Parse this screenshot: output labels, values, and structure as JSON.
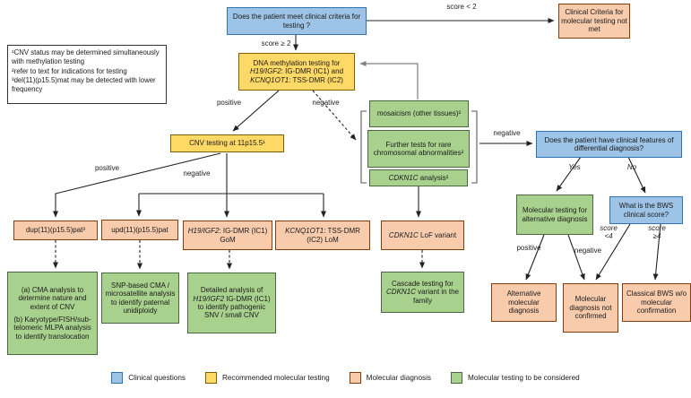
{
  "notes": {
    "lines": [
      "¹CNV status may be determined simultaneously with methylation testing",
      "²refer to text for indications for testing",
      "³del(11)(p15.5)mat may be detected with lower frequency"
    ]
  },
  "nodes": {
    "q_criteria": {
      "text": "Does the patient meet clinical criteria for testing ?"
    },
    "criteria_not_met": {
      "text": "Clinical Criteria for molecular testing not met"
    },
    "dna_methylation": {
      "rich": [
        {
          "t": "DNA methylation testing for "
        },
        {
          "t": "H19/IGF2",
          "i": true
        },
        {
          "t": ": IG-DMR (IC1) and "
        },
        {
          "t": "KCNQ1OT1",
          "i": true
        },
        {
          "t": ": TSS-DMR (IC2)"
        }
      ]
    },
    "cnv_testing": {
      "text": "CNV testing at 11p15.5¹"
    },
    "mosaicism": {
      "text": "mosaicism (other tissues)²"
    },
    "further_tests": {
      "text": "Further tests for rare chromosomal abnormalities²"
    },
    "cdkn1c_analysis": {
      "rich": [
        {
          "t": "CDKN1C",
          "i": true
        },
        {
          "t": " analysis²"
        }
      ]
    },
    "q_differential": {
      "text": "Does the patient have clinical features of differential diagnosis?"
    },
    "alt_testing": {
      "text": "Molecular testing for alternative diagnosis"
    },
    "q_bws_score": {
      "text": "What is the BWS clinical score?"
    },
    "dup_pat": {
      "text": "dup(11)(p15.5)pat³"
    },
    "upd_pat": {
      "text": "upd(11)(p15.5)pat"
    },
    "ic1_gom": {
      "rich": [
        {
          "t": "H19/IGF2",
          "i": true
        },
        {
          "t": ": IG-DMR (IC1) GoM"
        }
      ]
    },
    "ic2_lom": {
      "rich": [
        {
          "t": "KCNQ1OT1",
          "i": true
        },
        {
          "t": ": TSS-DMR (IC2) LoM"
        }
      ]
    },
    "cdkn1c_lof": {
      "rich": [
        {
          "t": "CDKN1C",
          "i": true
        },
        {
          "t": " LoF variant"
        }
      ]
    },
    "cma_analysis": {
      "text_a": "(a) CMA analysis to determine nature and extent of CNV",
      "text_b": "(b) Karyotype/FISH/sub-telomeric MLPA analysis to identify translocation"
    },
    "snp_cma": {
      "text": "SNP-based CMA / microsatellite analysis to identify paternal unidiploidy"
    },
    "detailed_ic1": {
      "rich": [
        {
          "t": "Detailed analysis of "
        },
        {
          "t": "H19/IGF2",
          "i": true
        },
        {
          "t": " IG-DMR (IC1) to identify pathogenic SNV / small CNV"
        }
      ]
    },
    "cascade_testing": {
      "rich": [
        {
          "t": "Cascade testing for "
        },
        {
          "t": "CDKN1C",
          "i": true
        },
        {
          "t": " variant in the family"
        }
      ]
    },
    "alt_diagnosis": {
      "text": "Alternative molecular diagnosis"
    },
    "dx_not_confirmed": {
      "text": "Molecular diagnosis not confirmed"
    },
    "classical_bws": {
      "text": "Classical BWS w/o molecular confirmation"
    }
  },
  "edge_labels": {
    "score_lt2": "score < 2",
    "score_ge2": "score ≥ 2",
    "meth_positive": "positive",
    "meth_negative": "negative",
    "cnv_positive": "positive",
    "cnv_negative": "negative",
    "group_negative": "negative",
    "yes": "Yes",
    "no": "No",
    "alt_positive": "positive",
    "alt_negative": "negative",
    "score_word_lt": "score",
    "score_lt4": "<4",
    "score_word_ge": "score",
    "score_ge4": "≥4"
  },
  "legend": {
    "items": [
      {
        "label": "Clinical questions"
      },
      {
        "label": "Recommended molecular testing"
      },
      {
        "label": "Molecular diagnosis"
      },
      {
        "label": "Molecular testing to be considered"
      }
    ]
  },
  "colors": {
    "clinical_fill": "#9DC3E6",
    "clinical_border": "#2E74B5",
    "recommended_fill": "#FFD966",
    "recommended_border": "#7F6000",
    "diagnosis_fill": "#F8CBAD",
    "diagnosis_border": "#843C0C",
    "considered_fill": "#A9D18E",
    "considered_border": "#4A6741"
  }
}
